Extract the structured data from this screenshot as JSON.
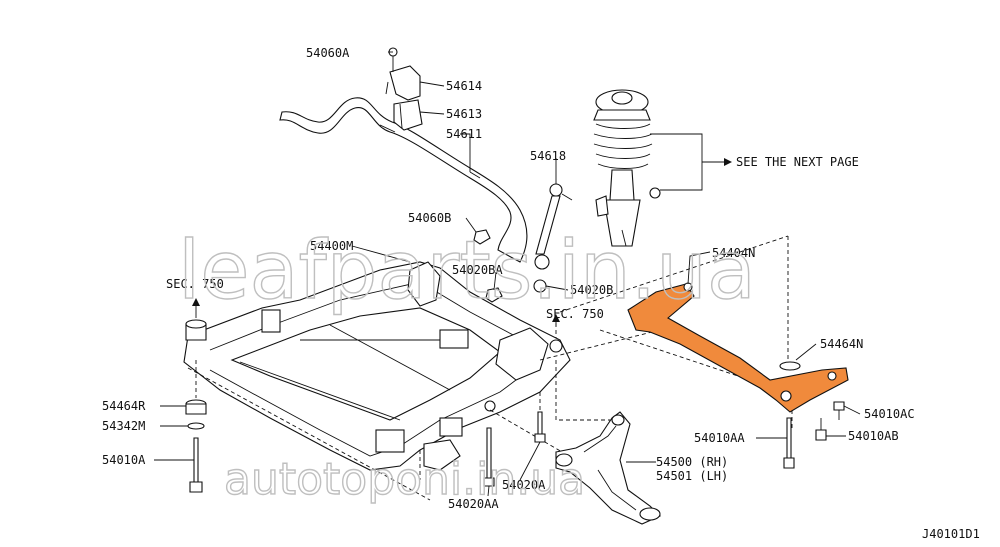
{
  "diagram": {
    "labels": {
      "p54060A": "54060A",
      "p54614": "54614",
      "p54613": "54613",
      "p54611": "54611",
      "p54618": "54618",
      "see_next": "SEE THE NEXT PAGE",
      "p54060B": "54060B",
      "p54400M": "54400M",
      "p54020BA": "54020BA",
      "p54020B": "54020B",
      "p54404N": "54404N",
      "sec750_left": "SEC. 750",
      "sec750_right": "SEC. 750",
      "p54464N": "54464N",
      "p54464R": "54464R",
      "p54342M": "54342M",
      "p54010A": "54010A",
      "p54010AC": "54010AC",
      "p54010AA": "54010AA",
      "p54010AB": "54010AB",
      "p54500": "54500 (RH)",
      "p54501": "54501 (LH)",
      "p54020A": "54020A",
      "p54020AA": "54020AA",
      "figure_id": "J40101D1"
    },
    "watermarks": {
      "main": "leafparts.in.ua",
      "bottom": "autotoponi.in.ua"
    },
    "highlight_color": "#f08a3c"
  }
}
